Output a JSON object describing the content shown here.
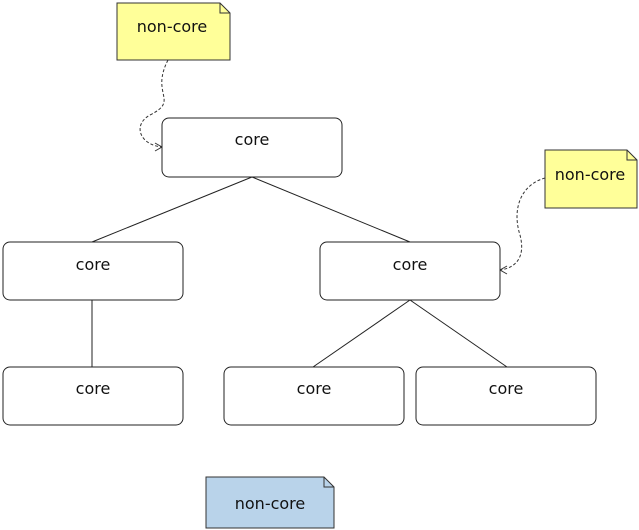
{
  "diagram": {
    "nodes": {
      "root": "core",
      "left": "core",
      "right": "core",
      "left_child": "core",
      "right_child_1": "core",
      "right_child_2": "core"
    },
    "notes": {
      "top": "non-core",
      "right": "non-core",
      "bottom": "non-core"
    },
    "colors": {
      "note_yellow": "#ffff99",
      "note_blue": "#b9d3ea"
    }
  }
}
